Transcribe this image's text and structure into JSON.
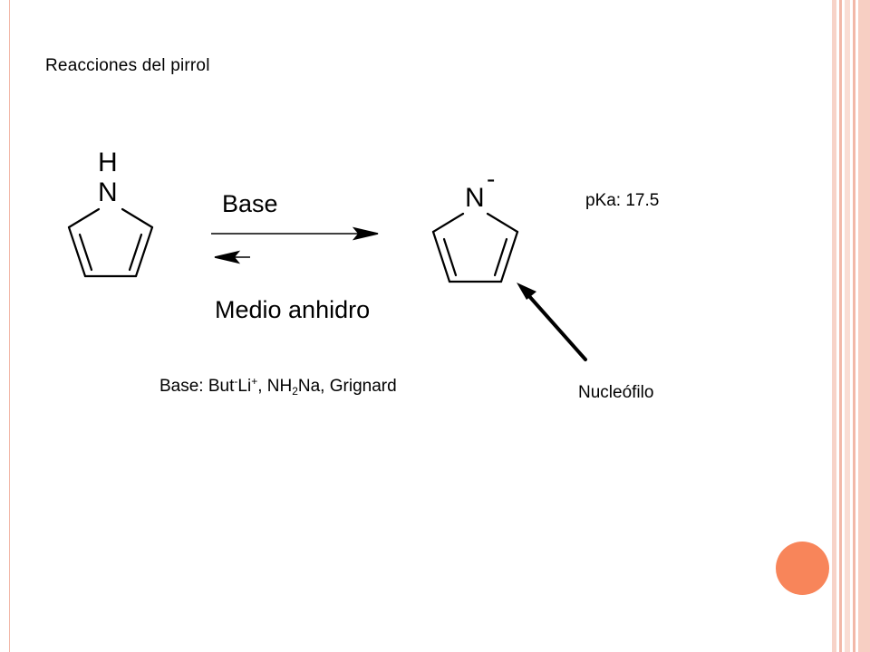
{
  "slide": {
    "title": "Reacciones del pirrol"
  },
  "reaction": {
    "reactant": {
      "h_label": "H",
      "n_label": "N"
    },
    "product": {
      "n_label": "N",
      "charge_label": "-"
    },
    "arrow_top_label": "Base",
    "arrow_bottom_label": "Medio anhidro",
    "pka_label": "pKa: 17.5",
    "nucleophile_label": "Nucleófilo",
    "bases_label": {
      "prefix": "Base: But",
      "sup1": "-",
      "mid": "Li",
      "sup2": "+",
      "mid2": ", NH",
      "sub": "2",
      "suffix": "Na, Grignard"
    }
  },
  "colors": {
    "accent_orange": "#f8855a",
    "stripe_pink": "#f2b8a8",
    "line_black": "#000000"
  }
}
